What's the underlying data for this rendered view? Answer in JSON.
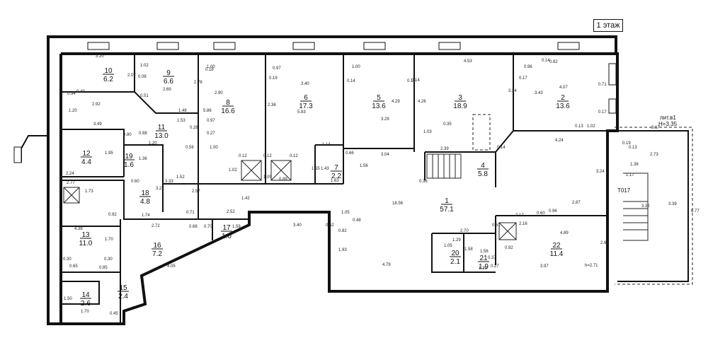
{
  "floor_label": "1 этаж",
  "annex": {
    "title": "лит.в1",
    "height": "H=3.35",
    "label": "Т017"
  },
  "ceiling_height": "h=2.71",
  "rooms": [
    {
      "id": "r1",
      "number": "1",
      "area": "57.1"
    },
    {
      "id": "r2",
      "number": "2",
      "area": "13.6"
    },
    {
      "id": "r3",
      "number": "3",
      "area": "18.9"
    },
    {
      "id": "r4",
      "number": "4",
      "area": "5.8"
    },
    {
      "id": "r5",
      "number": "5",
      "area": "13.6"
    },
    {
      "id": "r6",
      "number": "6",
      "area": "17.3"
    },
    {
      "id": "r7",
      "number": "7",
      "area": "2.2"
    },
    {
      "id": "r8",
      "number": "8",
      "area": "16.6"
    },
    {
      "id": "r9",
      "number": "9",
      "area": "6.6"
    },
    {
      "id": "r10",
      "number": "10",
      "area": "6.2"
    },
    {
      "id": "r11",
      "number": "11",
      "area": "13.0"
    },
    {
      "id": "r12",
      "number": "12",
      "area": "4.4"
    },
    {
      "id": "r13",
      "number": "13",
      "area": "11.0"
    },
    {
      "id": "r14",
      "number": "14",
      "area": "2.6"
    },
    {
      "id": "r15",
      "number": "15",
      "area": "2.4"
    },
    {
      "id": "r16",
      "number": "16",
      "area": "7.2"
    },
    {
      "id": "r17",
      "number": "17",
      "area": "1.0"
    },
    {
      "id": "r18",
      "number": "18",
      "area": "4.8"
    },
    {
      "id": "r19",
      "number": "19",
      "area": "1.6"
    },
    {
      "id": "r20",
      "number": "20",
      "area": "2.1"
    },
    {
      "id": "r21",
      "number": "21",
      "area": "1.9"
    },
    {
      "id": "r22",
      "number": "22",
      "area": "11.4"
    }
  ],
  "dimensions": [
    "3.20",
    "2.07",
    "0.08",
    "1.02",
    "2.78",
    "1.00",
    "0.97",
    "0.19",
    "0.14",
    "1.00",
    "4.53",
    "0.96",
    "0.82",
    "0.14",
    "4.07",
    "0.18",
    "0.14",
    "2.69",
    "2.90",
    "3.40",
    "0.14",
    "0.17",
    "3.34",
    "3.43",
    "0.94",
    "0.40",
    "0.51",
    "2.92",
    "1.20",
    "5.86",
    "2.36",
    "5.83",
    "4.26",
    "4.29",
    "3.29",
    "0.71",
    "0.17",
    "1.48",
    "1.53",
    "0.97",
    "0.28",
    "0.27",
    "1.03",
    "0.35",
    "3.49",
    "0.80",
    "0.88",
    "1.20",
    "0.58",
    "1.00",
    "1.14",
    "0.66",
    "2.39",
    "0.14",
    "0.13",
    "1.02",
    "4.24",
    "1.95",
    "1.36",
    "0.12",
    "0.12",
    "0.12",
    "3.04",
    "1.43",
    "1.55",
    "1.56",
    "1.02",
    "1.05",
    "0.89",
    "2.24",
    "0.60",
    "2.77",
    "3.22",
    "3.33",
    "1.52",
    "2.57",
    "1.63",
    "0.36",
    "3.24",
    "1.73",
    "1.42",
    "18.56",
    "0.92",
    "1.74",
    "2.52",
    "0.71",
    "2.87",
    "2.17",
    "0.60",
    "0.96",
    "2.16",
    "0.27",
    "2.72",
    "0.68",
    "0.70",
    "1.59",
    "3.40",
    "0.62",
    "1.05",
    "0.48",
    "0.82",
    "4.38",
    "1.70",
    "2.70",
    "0.61",
    "4.89",
    "2.66",
    "1.93",
    "1.29",
    "1.05",
    "1.58",
    "1.56",
    "0.37",
    "0.92",
    "4.05",
    "0.30",
    "0.65",
    "0.85",
    "0.30",
    "4.79",
    "1.39",
    "3.97",
    "1.50",
    "1.70",
    "0.45",
    "3.17",
    "2.73",
    "1.38",
    "1.17",
    "3.32",
    "3.39",
    "6.77",
    "0.19",
    "0.13"
  ]
}
